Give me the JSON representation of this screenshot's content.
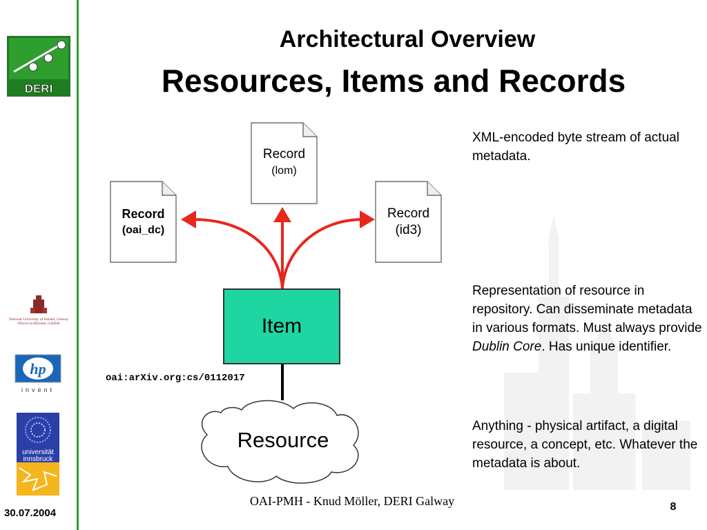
{
  "title": {
    "line1": "Architectural Overview",
    "line2": "Resources, Items and Records"
  },
  "records": {
    "oai_dc": {
      "name": "Record",
      "format": "(oai_dc)"
    },
    "lom": {
      "name": "Record",
      "format": "(lom)"
    },
    "id3": {
      "name": "Record",
      "format": "(id3)"
    }
  },
  "item": {
    "label": "Item"
  },
  "resource": {
    "label": "Resource"
  },
  "identifier": "oai:arXiv.org:cs/0112017",
  "descriptions": {
    "record": "XML-encoded byte stream of actual metadata.",
    "item_part1": "Representation of resource in repository. Can disseminate metadata in various formats. Must always provide ",
    "item_italic": "Dublin Core",
    "item_part2": ". Has unique identifier.",
    "resource": "Anything - physical artifact, a digital resource, a concept, etc. Whatever the metadata is about."
  },
  "sidebar": {
    "logo_deri": "DERI",
    "logo_nuig_text": "National University of Ireland, Galway",
    "logo_nuig_text2": "Ollscoil na hÉireann, Gaillimh",
    "logo_hp_text": "hp",
    "logo_hp_tagline": "invent",
    "logo_ibk_text1": "universität",
    "logo_ibk_text2": "innsbruck"
  },
  "footer": {
    "date": "30.07.2004",
    "center": "OAI-PMH - Knud Möller, DERI Galway",
    "page": "8"
  },
  "colors": {
    "accent_green": "#2e9e2e",
    "item_fill": "#1fd6a3",
    "arrow_red": "#e8271c"
  }
}
